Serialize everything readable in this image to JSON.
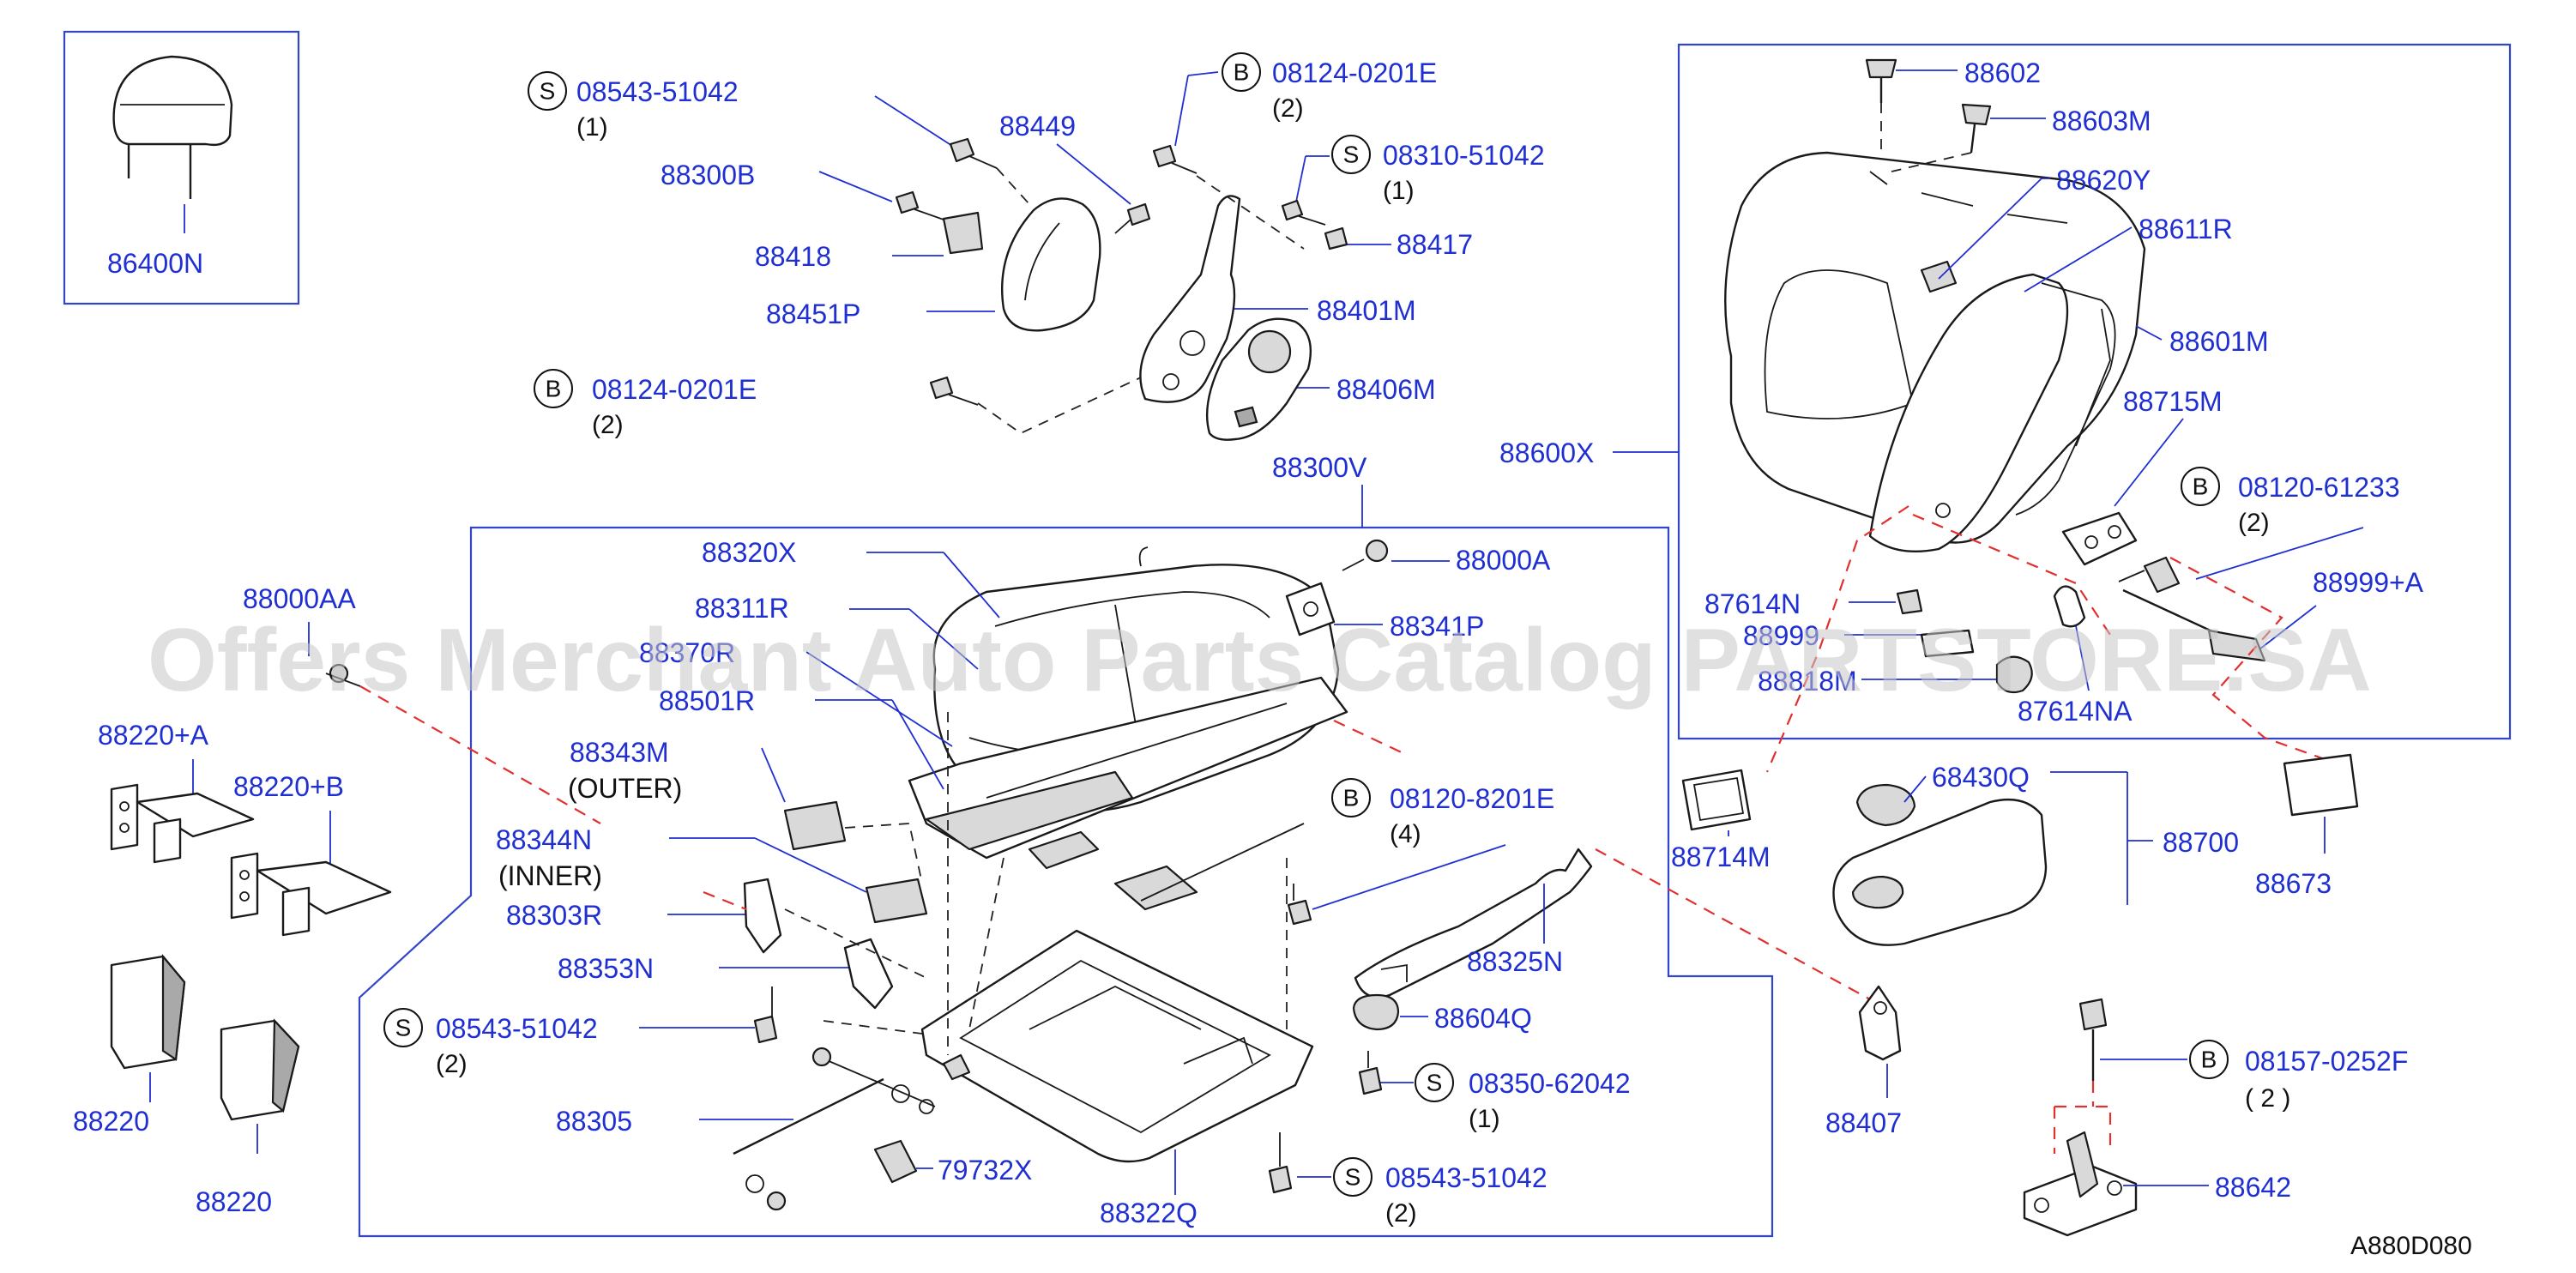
{
  "diagram_code": "A880D080",
  "watermark": "Offers Merchant Auto Parts Catalog PARTSTORE.SA",
  "headrest": {
    "part": "86400N"
  },
  "seat_back": {
    "assembly": "88600X",
    "parts": [
      "88602",
      "88603M",
      "88620Y",
      "88611R",
      "88601M",
      "88715M",
      "88673",
      "88999+A",
      "87614NA",
      "88818M",
      "88999",
      "87614N",
      "88714M"
    ],
    "bolt_b_61233": {
      "symbol": "B",
      "part": "08120-61233",
      "qty": "(2)"
    }
  },
  "top_hardware": {
    "s_51042": {
      "symbol": "S",
      "part": "08543-51042",
      "qty": "(1)"
    },
    "b_0201e_top": {
      "symbol": "B",
      "part": "08124-0201E",
      "qty": "(2)"
    },
    "s_310": {
      "symbol": "S",
      "part": "08310-51042",
      "qty": "(1)"
    },
    "b_0201e_low": {
      "symbol": "B",
      "part": "08124-0201E",
      "qty": "(2)"
    },
    "parts": [
      "88449",
      "88300B",
      "88418",
      "88451P",
      "88417",
      "88401M",
      "88406M"
    ]
  },
  "seat_cushion": {
    "assembly": "88300V",
    "parts": [
      "88320X",
      "88000A",
      "88311R",
      "88341P",
      "88370R",
      "88501R",
      "88343M",
      "88344N",
      "88303R",
      "88353N",
      "88305",
      "79732X",
      "88322Q",
      "88604Q",
      "88325N"
    ],
    "outer": "(OUTER)",
    "inner": "(INNER)",
    "b_8201e": {
      "symbol": "B",
      "part": "08120-8201E",
      "qty": "(4)"
    },
    "s_51042_left": {
      "symbol": "S",
      "part": "08543-51042",
      "qty": "(2)"
    },
    "s_62042": {
      "symbol": "S",
      "part": "08350-62042",
      "qty": "(1)"
    },
    "s_51042_bottom": {
      "symbol": "S",
      "part": "08543-51042",
      "qty": "(2)"
    }
  },
  "left_parts": [
    "88000AA",
    "88220+A",
    "88220+B",
    "88220",
    "88220"
  ],
  "right_parts": {
    "parts": [
      "68430Q",
      "88700",
      "88407",
      "88642"
    ],
    "b_0252f": {
      "symbol": "B",
      "part": "08157-0252F",
      "qty": "( 2 )"
    }
  }
}
